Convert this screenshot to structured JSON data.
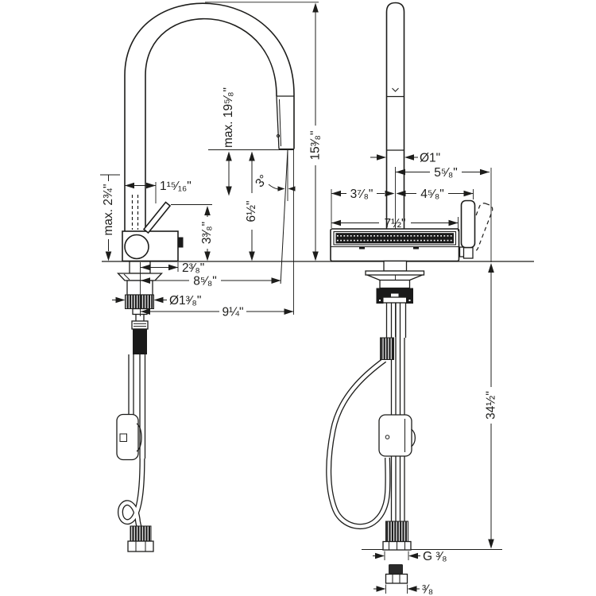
{
  "drawing": {
    "type": "faucet-installation-dimension-diagram",
    "views": {
      "side_view": {
        "dims": {
          "spout_to_handle_tip": "1¹⁵⁄₁₆\"",
          "max_deck_thickness": "max. 2¾\"",
          "max_hose_extension": "max. 19⁵⁄₈\"",
          "handle_height": "3³⁄₈\"",
          "outlet_height": "6½\"",
          "stream_angle": "3°",
          "total_height": "15³⁄₈\"",
          "center_to_body_edge": "2³⁄₈\"",
          "center_to_outlet": "8⁵⁄₈\"",
          "shank_diameter": "Ø1³⁄₈\"",
          "center_to_spray_edge": "9¼\""
        }
      },
      "front_view": {
        "dims": {
          "spout_diameter": "Ø1\"",
          "center_to_handle_swing": "5⁵⁄₈\"",
          "left_edge_to_center": "3⁷⁄₈\"",
          "center_to_handle": "4⁵⁄₈\"",
          "body_width": "7½\"",
          "hose_length_below_deck": "34½\"",
          "supply_thread": "G ³⁄₈",
          "adapter_size": "³⁄₈"
        }
      }
    }
  }
}
